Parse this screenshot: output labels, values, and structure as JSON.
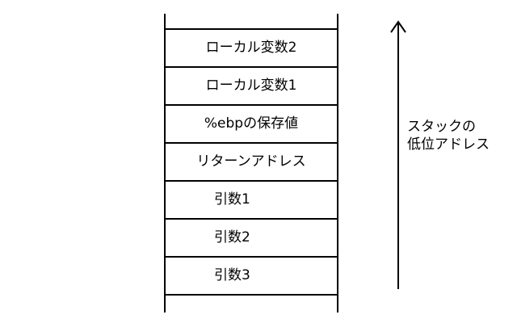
{
  "stack_cells": [
    {
      "label": "ローカル変数2",
      "align": "center"
    },
    {
      "label": "ローカル変数1",
      "align": "center"
    },
    {
      "label": "%ebpの保存値",
      "align": "center"
    },
    {
      "label": "リターンアドレス",
      "align": "center"
    },
    {
      "label": "引数1",
      "align": "indent"
    },
    {
      "label": "引数2",
      "align": "indent"
    },
    {
      "label": "引数3",
      "align": "indent"
    }
  ],
  "arrow_caption": {
    "line1": "スタックの",
    "line2": "低位アドレス"
  },
  "colors": {
    "ink": "#000000",
    "background": "#ffffff"
  }
}
